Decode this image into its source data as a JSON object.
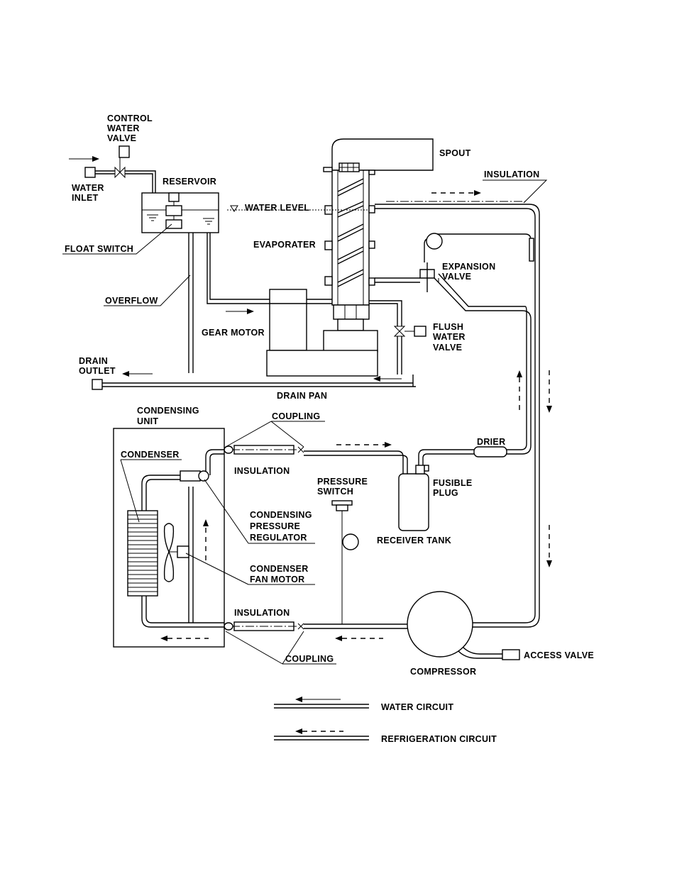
{
  "labels": {
    "control_water_valve": [
      "CONTROL",
      "WATER",
      "VALVE"
    ],
    "water_inlet": [
      "WATER",
      "INLET"
    ],
    "reservoir": "RESERVOIR",
    "float_switch": "FLOAT SWITCH",
    "overflow": "OVERFLOW",
    "drain_outlet": [
      "DRAIN",
      "OUTLET"
    ],
    "drain_pan": "DRAIN PAN",
    "spout": "SPOUT",
    "insulation_top": "INSULATION",
    "water_level": "WATER LEVEL",
    "evaporater": "EVAPORATER",
    "expansion_valve": [
      "EXPANSION",
      "VALVE"
    ],
    "gear_motor": "GEAR MOTOR",
    "flush_water_valve": [
      "FLUSH",
      "WATER",
      "VALVE"
    ],
    "condensing_unit": [
      "CONDENSING",
      "UNIT"
    ],
    "coupling_top": "COUPLING",
    "insulation_mid": "INSULATION",
    "condenser": "CONDENSER",
    "drier": "DRIER",
    "pressure_switch": [
      "PRESSURE",
      "SWITCH"
    ],
    "fusible_plug": [
      "FUSIBLE",
      "PLUG"
    ],
    "condensing_pressure_regulator": [
      "CONDENSING",
      "PRESSURE",
      "REGULATOR"
    ],
    "receiver_tank": "RECEIVER TANK",
    "condenser_fan_motor": [
      "CONDENSER",
      "FAN  MOTOR"
    ],
    "insulation_bottom": "INSULATION",
    "coupling_bottom": "COUPLING",
    "access_valve": "ACCESS VALVE",
    "compressor": "COMPRESSOR"
  },
  "legend": {
    "water_circuit": "WATER CIRCUIT",
    "refrigeration_circuit": "REFRIGERATION CIRCUIT"
  }
}
